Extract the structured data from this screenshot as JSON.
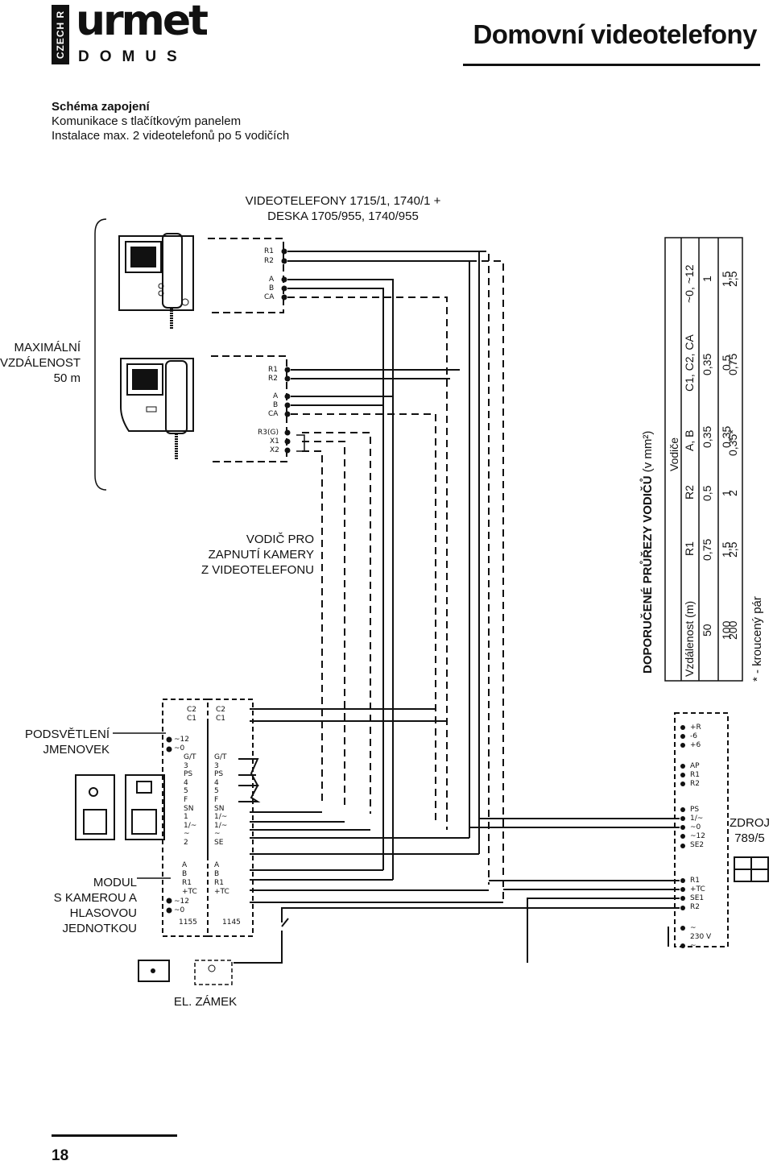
{
  "header": {
    "brand_side": "CZECH R",
    "brand_main": "urmet",
    "brand_sub": "DOMUS",
    "title": "Domovní videotelefony"
  },
  "intro": {
    "line1": "Schéma zapojení",
    "line2": "Komunikace s tlačítkovým panelem",
    "line3": "Instalace max. 2 videotelefonů po 5 vodičích"
  },
  "labels": {
    "videophones_1": "VIDEOTELEFONY 1715/1, 1740/1 +",
    "videophones_2": "DESKA 1705/955, 1740/955",
    "max_dist_1": "MAXIMÁLNÍ",
    "max_dist_2": "VZDÁLENOST",
    "max_dist_3": "50 m",
    "camera_wire_1": "VODIČ PRO",
    "camera_wire_2": "ZAPNUTÍ KAMERY",
    "camera_wire_3": "Z VIDEOTELEFONU",
    "backlight_1": "PODSVĚTLENÍ",
    "backlight_2": "JMENOVEK",
    "module_1": "MODUL",
    "module_2": "S KAMEROU A",
    "module_3": "HLASOVOU",
    "module_4": "JEDNOTKOU",
    "power_1": "ZDROJ",
    "power_2": "789/5",
    "lock": "EL. ZÁMEK"
  },
  "terminals": {
    "vp1": [
      "R1",
      "R2",
      "A",
      "B",
      "CA"
    ],
    "vp2": [
      "R1",
      "R2",
      "A",
      "B",
      "CA",
      "R3(G)",
      "X1",
      "X2"
    ],
    "m1155_top": [
      "C2",
      "C1"
    ],
    "m1155_left": [
      "~12",
      "~0",
      "G/T",
      "3",
      "PS",
      "4",
      "5",
      "F",
      "SN",
      "1",
      "1/~",
      "~",
      "2",
      "A",
      "B",
      "R1",
      "+TC",
      "~12",
      "~0"
    ],
    "m1155_name": "1155",
    "m1145": [
      "C2",
      "C1",
      "G/T",
      "3",
      "PS",
      "4",
      "5",
      "F",
      "SN",
      "1/~",
      "1/~",
      "~",
      "SE",
      "A",
      "B",
      "R1",
      "+TC"
    ],
    "m1145_name": "1145",
    "psu_g1": [
      "+R",
      "-6",
      "+6"
    ],
    "psu_g2": [
      "AP",
      "R1",
      "R2"
    ],
    "psu_g3": [
      "PS",
      "1/~",
      "~0",
      "~12",
      "SE2"
    ],
    "psu_g4": [
      "R1",
      "+TC",
      "SE1",
      "R2"
    ],
    "psu_g5": [
      "~",
      "230 V",
      "~"
    ]
  },
  "table": {
    "title": "DOPORUČENÉ PRŮŘEZY VODIČŮ",
    "unit": "(v mm²)",
    "group_header": "Vodiče",
    "columns": [
      "Vzdálenost (m)",
      "R1",
      "R2",
      "A, B",
      "C1, C2, CA",
      "~0, ~12"
    ],
    "rows": [
      [
        "50",
        "0,75",
        "0,5",
        "0,35",
        "0,35",
        "1"
      ],
      [
        "100",
        "1,5",
        "1",
        "0,35",
        "0,5",
        "1,5"
      ],
      [
        "200",
        "2,5",
        "2",
        "0,35*",
        "0,75",
        "2,5"
      ]
    ],
    "footnote": "* - kroucený pár"
  },
  "footer": {
    "page": "18"
  }
}
